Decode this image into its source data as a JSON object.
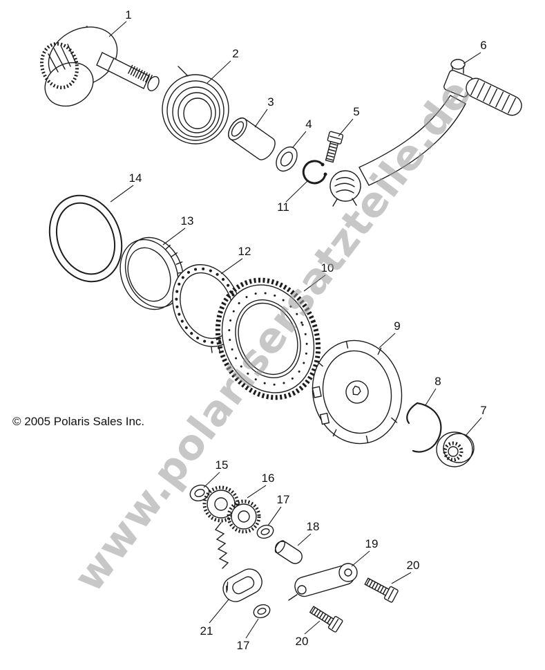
{
  "diagram": {
    "copyright": "© 2005 Polaris Sales Inc.",
    "watermark": "www.polarisersatzteile.de",
    "colors": {
      "line": "#1c1c1c",
      "watermark": "#9a9a9a",
      "background": "#ffffff"
    },
    "callouts": [
      "1",
      "2",
      "3",
      "4",
      "5",
      "6",
      "11",
      "14",
      "13",
      "12",
      "10",
      "9",
      "8",
      "7",
      "15",
      "16",
      "17",
      "18",
      "19",
      "20",
      "21",
      "17",
      "20"
    ]
  }
}
